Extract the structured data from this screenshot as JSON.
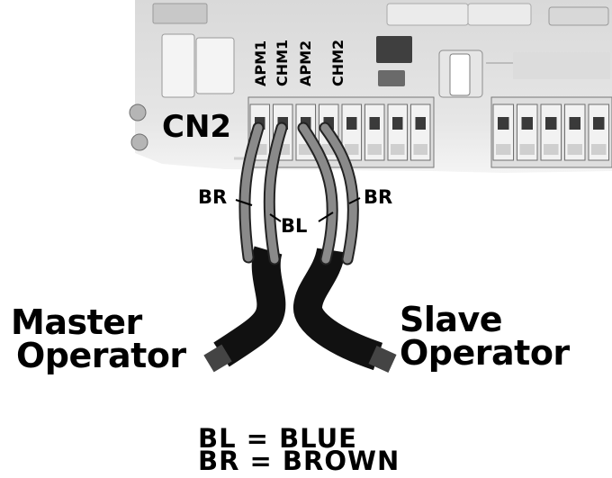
{
  "connector": {
    "name": "CN2",
    "pins": [
      "APM1",
      "CHM1",
      "APM2",
      "CHM2"
    ]
  },
  "wires": {
    "left_brown": "BR",
    "right_brown": "BR",
    "blue": "BL"
  },
  "operators": {
    "master_line1": "Master",
    "master_line2": "Operator",
    "slave_line1": "Slave",
    "slave_line2": "Operator"
  },
  "legend": {
    "line1": "BL = BLUE",
    "line2": "BR = BROWN"
  },
  "colors": {
    "board": "#e1e1e1",
    "terminal": "#f3f3f3",
    "wire_gray": "#8a8a8a",
    "cable_black": "#141414"
  }
}
